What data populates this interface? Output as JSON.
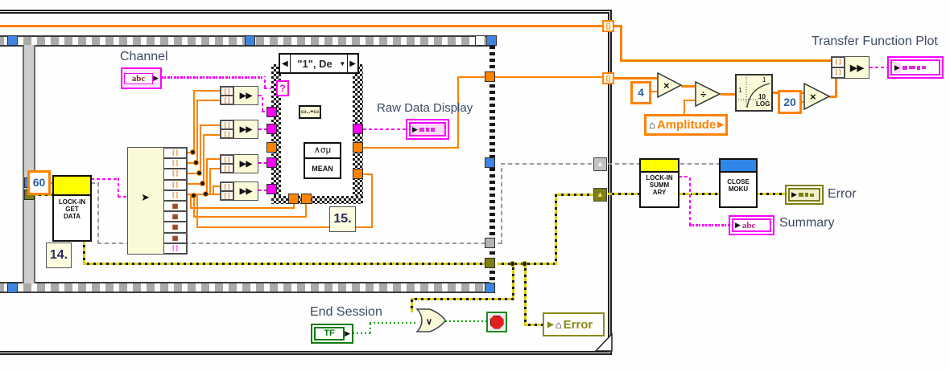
{
  "labels": {
    "channel": "Channel",
    "raw_data_display": "Raw Data Display",
    "transfer_function_plot": "Transfer Function Plot",
    "end_session": "End Session",
    "error": "Error",
    "summary": "Summary"
  },
  "frame_numbers": {
    "get_data_frame": "14.",
    "case_frame": "15."
  },
  "constants": {
    "rate": "60",
    "pre_gain": "4",
    "log_gain": "20"
  },
  "case_structure": {
    "selector_text": "\"1\", De",
    "prev_arrow": "◀",
    "next_arrow": "▶",
    "dropdown_arrow": "▼",
    "selector_terminal": "?"
  },
  "nodes": {
    "lockin_get_data": {
      "line1": "LOCK-IN",
      "line2": "GET",
      "line3": "DATA"
    },
    "lockin_summary": {
      "line1": "LOCK-IN",
      "line2": "SUMM",
      "line3": "ARY"
    },
    "close_moku": {
      "line1": "CLOSE",
      "line2": "MOKU"
    },
    "mean": {
      "glyphs": "∧σμ",
      "label": "MEAN"
    },
    "log10": {
      "one_axis": "1",
      "one_top": "1",
      "ten": "10",
      "log": "LOG"
    },
    "multiply": "×",
    "divide": "÷",
    "or_gate": "∨",
    "concat": "▭‥+▭"
  },
  "locals": {
    "amplitude": {
      "house": "⌂",
      "label": "Amplitude",
      "arrow": "▶"
    },
    "error": {
      "arrow": "▶",
      "house": "⌂",
      "label": "Error"
    }
  },
  "controls": {
    "channel": {
      "glyph": "abc",
      "arrow": "▶"
    },
    "end_session": {
      "glyph": "TF",
      "arrow": "▶"
    }
  },
  "indicators": {
    "raw": {
      "arrow": "▶"
    },
    "tfp": {
      "arrow": "▶"
    },
    "summary": {
      "arrow": "▶",
      "glyph": "abc"
    },
    "error": {
      "arrow": "▶"
    }
  },
  "glyphs": {
    "array": "[ ]",
    "cluster": "▦",
    "bundle_arrows": "▶▶",
    "unbundle_arrow": "➤",
    "shift_register_up": "▲"
  },
  "unbundle": {
    "cells": [
      {
        "glyph": "[ ]",
        "type": "numeric-array"
      },
      {
        "glyph": "[ ]",
        "type": "numeric-array"
      },
      {
        "glyph": "[ ]",
        "type": "numeric-array"
      },
      {
        "glyph": "[ ]",
        "type": "numeric-array"
      },
      {
        "glyph": "[ ]",
        "type": "numeric-array"
      },
      {
        "glyph": "▦",
        "type": "cluster"
      },
      {
        "glyph": "▦",
        "type": "cluster"
      },
      {
        "glyph": "▦",
        "type": "cluster"
      },
      {
        "glyph": "▦",
        "type": "cluster"
      },
      {
        "glyph": "[ ]",
        "type": "string-array"
      }
    ]
  },
  "colors": {
    "numeric_wire": "#ff8200",
    "string_wire": "#fb00fb",
    "error_wire": "#ddd200",
    "boolean_wire": "#00a300",
    "label_text": "#3c4963",
    "banner_yellow": "#ffff00",
    "banner_blue": "#2f86e8",
    "tunnel_blue": "#3d85e0",
    "olive": "#7e7e14"
  }
}
